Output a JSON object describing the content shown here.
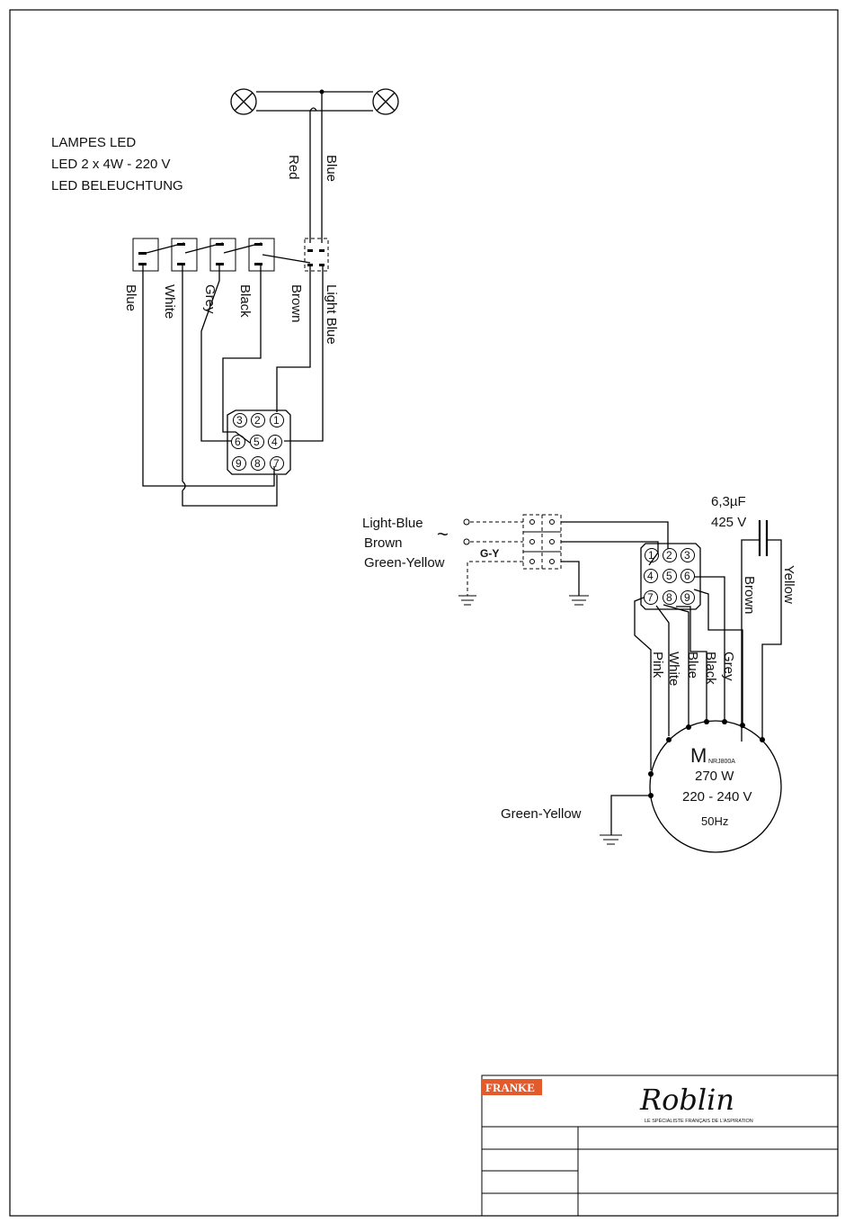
{
  "lamps": {
    "title_line1": "LAMPES LED",
    "title_line2": "LED 2 x 4W - 220 V",
    "title_line3": "LED BELEUCHTUNG",
    "wire_red": "Red",
    "wire_blue": "Blue"
  },
  "switches": {
    "wires": [
      "Blue",
      "White",
      "Grey",
      "Black",
      "Brown",
      "Light Blue"
    ]
  },
  "connector_top": {
    "pins": [
      "3",
      "2",
      "1",
      "6",
      "5",
      "4",
      "9",
      "8",
      "7"
    ]
  },
  "supply": {
    "light_blue": "Light-Blue",
    "brown": "Brown",
    "green_yellow": "Green-Yellow",
    "gy_tag": "G-Y",
    "ac_symbol": "~"
  },
  "connector_motor": {
    "pins": [
      "1",
      "2",
      "3",
      "4",
      "5",
      "6",
      "7",
      "8",
      "9"
    ]
  },
  "capacitor": {
    "capacitance": "6,3µF",
    "voltage": "425 V"
  },
  "motor_wires": [
    "Pink",
    "White",
    "Blue",
    "Black",
    "Grey",
    "Brown",
    "Yellow"
  ],
  "motor": {
    "symbol": "M",
    "model": "NRJ800A",
    "power": "270 W",
    "voltage": "220 - 240 V",
    "frequency": "50Hz",
    "ground_label": "Green-Yellow"
  },
  "title_block": {
    "brand_left": "FRANKE",
    "brand_right": "Roblin",
    "tagline": "LE SPÉCIALISTE FRANÇAIS DE L'ASPIRATION"
  }
}
